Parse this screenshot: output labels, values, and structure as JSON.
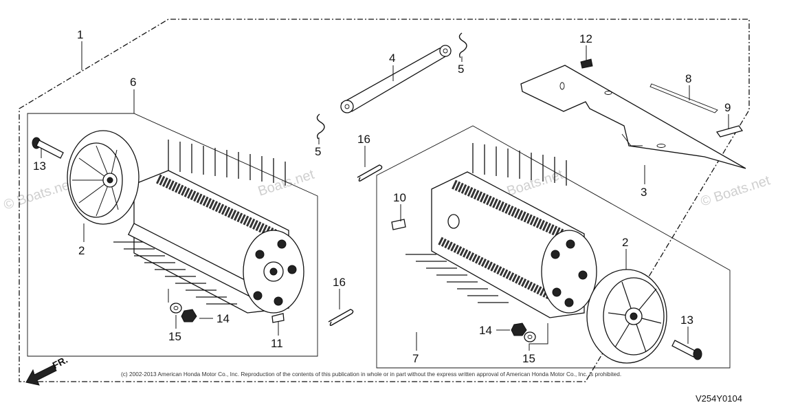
{
  "copyright": "(c) 2002-2013 American Honda Motor Co., Inc. Reproduction of the contents of this publication in whole or in part without the express written approval of American Honda Motor Co., Inc. is prohibited.",
  "diagram_code": "V254Y0104",
  "direction_label": "FR.",
  "watermarks": [
    "© Boats.net",
    "Boats.net"
  ],
  "callouts": {
    "assembly": "1",
    "wheel_left": "2",
    "wheel_right": "2",
    "cover": "3",
    "rod": "4",
    "clip_top": "5",
    "clip_mid": "5",
    "reel_left": "6",
    "reel_right": "7",
    "label_8": "8",
    "label_9": "9",
    "label_10": "10",
    "label_11": "11",
    "label_12": "12",
    "bolt_left": "13",
    "bolt_right": "13",
    "nut_left": "14",
    "nut_right": "14",
    "washer_left": "15",
    "washer_right": "15",
    "pin_top": "16",
    "pin_bottom": "16"
  }
}
